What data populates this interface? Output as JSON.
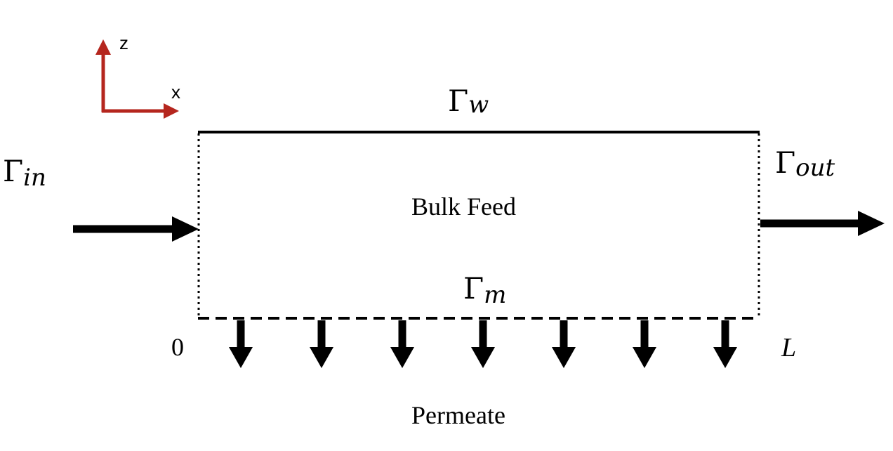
{
  "axes": {
    "vertical": "z",
    "horizontal": "x",
    "color": "#b5261e"
  },
  "boundaries": {
    "wall": {
      "symbol": "Γ",
      "sub": "w"
    },
    "inlet": {
      "symbol": "Γ",
      "sub": "in"
    },
    "outlet": {
      "symbol": "Γ",
      "sub": "out"
    },
    "membrane": {
      "symbol": "Γ",
      "sub": "m"
    }
  },
  "region_label": "Bulk Feed",
  "permeate_label": "Permeate",
  "x_start": "0",
  "x_end": "L",
  "permeate_arrow_count": 7
}
